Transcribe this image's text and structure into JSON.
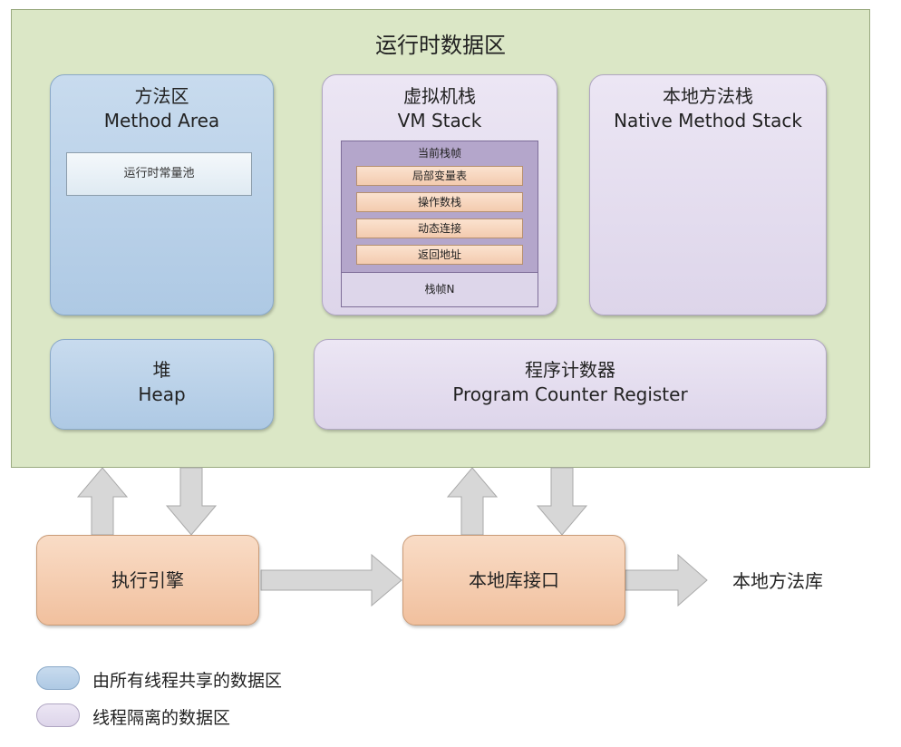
{
  "runtime_area": {
    "title": "运行时数据区"
  },
  "method_area": {
    "title_cn": "方法区",
    "title_en": "Method Area",
    "constant_pool": "运行时常量池"
  },
  "vm_stack": {
    "title_cn": "虚拟机栈",
    "title_en": "VM Stack",
    "current_frame": "当前栈帧",
    "frame_items": [
      "局部变量表",
      "操作数栈",
      "动态连接",
      "返回地址"
    ],
    "frame_n": "栈帧N"
  },
  "native_stack": {
    "title_cn": "本地方法栈",
    "title_en": "Native Method Stack"
  },
  "heap": {
    "title_cn": "堆",
    "title_en": "Heap"
  },
  "pc_register": {
    "title_cn": "程序计数器",
    "title_en": "Program Counter Register"
  },
  "execution_engine": {
    "label": "执行引擎"
  },
  "native_interface": {
    "label": "本地库接口"
  },
  "native_library": {
    "label": "本地方法库"
  },
  "legend": {
    "shared": "由所有线程共享的数据区",
    "isolated": "线程隔离的数据区"
  },
  "colors": {
    "runtime_bg": "#dbe7c6",
    "shared": "#b9d1ea",
    "thread": "#e3dcee",
    "orange": "#f4cdb0",
    "arrow": "#d7d7d7"
  }
}
